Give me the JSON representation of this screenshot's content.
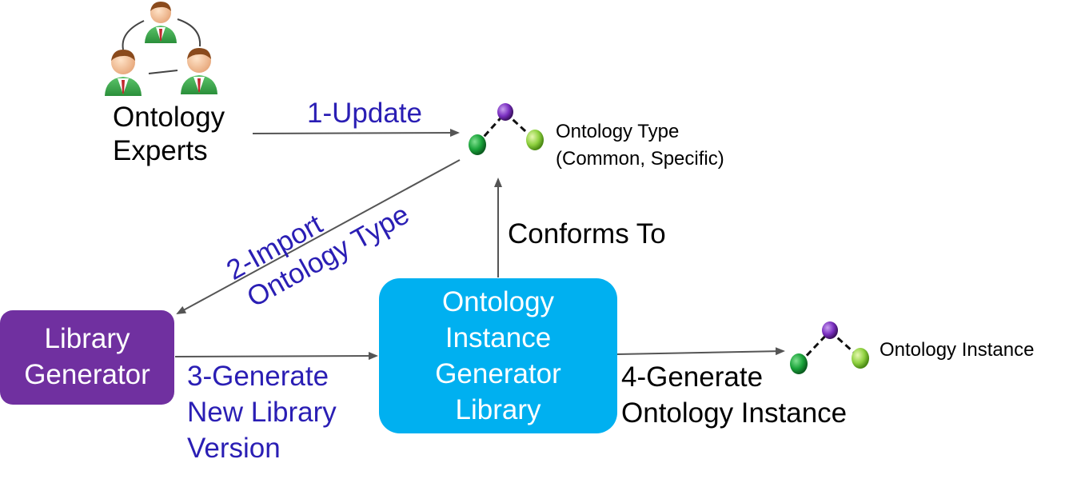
{
  "experts": {
    "line1": "Ontology",
    "line2": "Experts",
    "icon": "people-group-icon"
  },
  "ontology_type": {
    "line1": "Ontology Type",
    "line2": "(Common, Specific)",
    "icon": "molecule-icon"
  },
  "ontology_instance": {
    "label": "Ontology Instance",
    "icon": "molecule-icon"
  },
  "library_generator": {
    "line1": "Library",
    "line2": "Generator"
  },
  "instance_generator": {
    "line1": "Ontology",
    "line2": "Instance",
    "line3": "Generator",
    "line4": "Library"
  },
  "edges": {
    "update": "1-Update",
    "import_line1": "2-Import",
    "import_line2": "Ontology Type",
    "generate_lib_line1": "3-Generate",
    "generate_lib_line2": "New Library",
    "generate_lib_line3": "Version",
    "conforms": "Conforms To",
    "generate_inst_line1": "4-Generate",
    "generate_inst_line2": "Ontology Instance"
  },
  "colors": {
    "library_generator": "#7030a0",
    "instance_generator": "#00b0f0",
    "edge_label": "#2a1eb4",
    "node_green": "#1aa33a",
    "node_purple": "#7a2fc0",
    "node_lime": "#8fd140",
    "shirt_green": "#3aa64a",
    "tie_red": "#c0282d"
  }
}
